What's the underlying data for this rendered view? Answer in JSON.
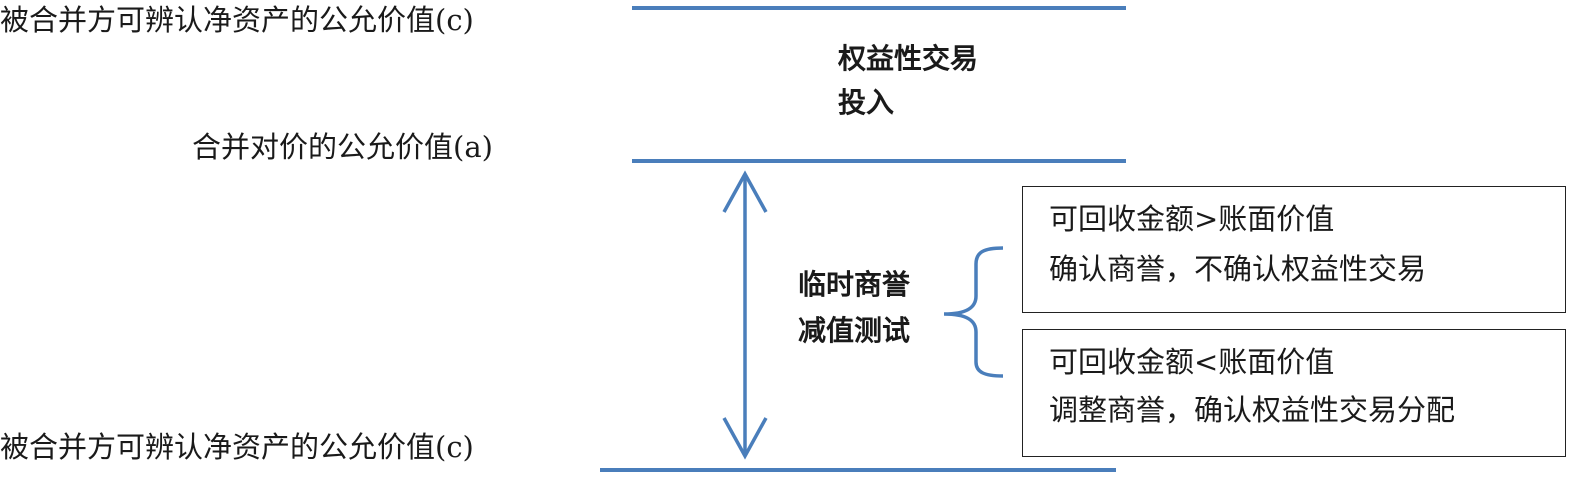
{
  "labels": {
    "top_left": "被合并方可辨认净资产的公允价值(c)",
    "middle_left": "合并对价的公允价值(a)",
    "bottom_left": "被合并方可辨认净资产的公允价值(c)"
  },
  "top_section": {
    "line1": "权益性交易",
    "line2": "投入"
  },
  "middle_section": {
    "line1": "临时商誉",
    "line2": "减值测试"
  },
  "box_upper": {
    "line1": "可回收金额>账面价值",
    "line2": "确认商誉，不确认权益性交易"
  },
  "box_lower": {
    "line1": "可回收金额<账面价值",
    "line2": "调整商誉，确认权益性交易分配"
  },
  "colors": {
    "line": "#4a7ebb",
    "text": "#1a1a1a",
    "box_border": "#222222"
  }
}
